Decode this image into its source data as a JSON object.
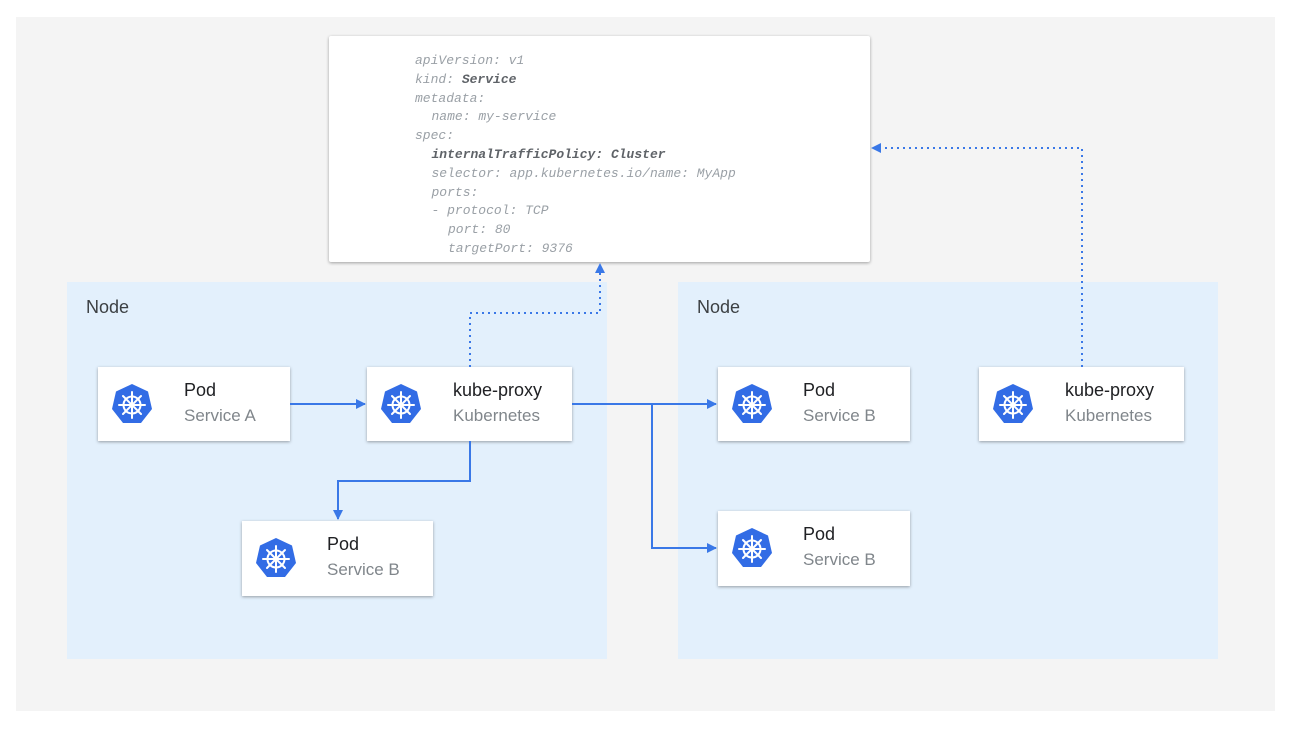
{
  "colors": {
    "accent": "#3a78e7",
    "node_bg": "#e3f0fc",
    "icon": "#326ce5"
  },
  "yaml": [
    {
      "indent": 0,
      "key": "apiVersion:",
      "val": " v1",
      "bold": false
    },
    {
      "indent": 0,
      "key": "kind:",
      "val": " Service",
      "bold": "val"
    },
    {
      "indent": 0,
      "key": "metadata:",
      "val": "",
      "bold": false
    },
    {
      "indent": 1,
      "key": "name:",
      "val": " my-service",
      "bold": false
    },
    {
      "indent": 0,
      "key": "spec:",
      "val": "",
      "bold": false
    },
    {
      "indent": 1,
      "key": "internalTrafficPolicy:",
      "val": " Cluster",
      "bold": "both"
    },
    {
      "indent": 1,
      "key": "selector:",
      "val": " app.kubernetes.io/name: MyApp",
      "bold": false
    },
    {
      "indent": 1,
      "key": "ports:",
      "val": "",
      "bold": false
    },
    {
      "indent": 1,
      "key": "- protocol:",
      "val": " TCP",
      "bold": false
    },
    {
      "indent": 2,
      "key": "port:",
      "val": " 80",
      "bold": false
    },
    {
      "indent": 2,
      "key": "targetPort:",
      "val": " 9376",
      "bold": false
    }
  ],
  "nodes": [
    {
      "label": "Node"
    },
    {
      "label": "Node"
    }
  ],
  "cards": [
    {
      "title": "Pod",
      "subtitle": "Service A",
      "icon": "kubernetes-icon"
    },
    {
      "title": "kube-proxy",
      "subtitle": "Kubernetes",
      "icon": "kubernetes-icon"
    },
    {
      "title": "Pod",
      "subtitle": "Service B",
      "icon": "kubernetes-icon"
    },
    {
      "title": "Pod",
      "subtitle": "Service B",
      "icon": "kubernetes-icon"
    },
    {
      "title": "Pod",
      "subtitle": "Service B",
      "icon": "kubernetes-icon"
    },
    {
      "title": "kube-proxy",
      "subtitle": "Kubernetes",
      "icon": "kubernetes-icon"
    }
  ]
}
